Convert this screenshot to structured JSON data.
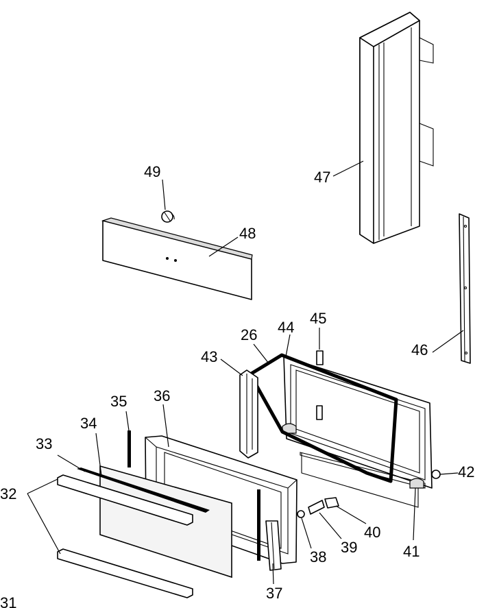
{
  "diagram": {
    "labels": {
      "p26": "26",
      "p31": "31",
      "p32": "32",
      "p33": "33",
      "p34": "34",
      "p35": "35",
      "p36": "36",
      "p37": "37",
      "p38": "38",
      "p39": "39",
      "p40": "40",
      "p41": "41",
      "p42": "42",
      "p43": "43",
      "p44": "44",
      "p45": "45",
      "p46": "46",
      "p47": "47",
      "p48": "48",
      "p49": "49"
    }
  }
}
